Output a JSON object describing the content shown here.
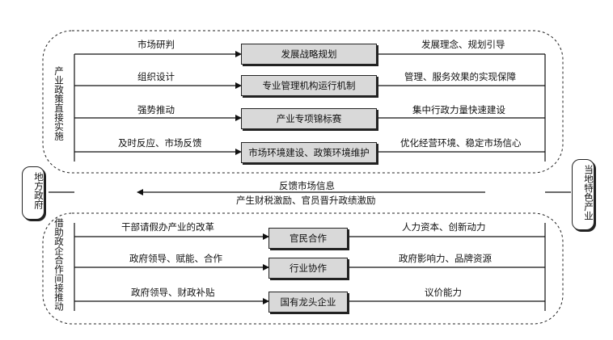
{
  "left_entity": "地方政府",
  "right_entity": "当地特色产业",
  "direct_section": {
    "label": "产业政策直接实施",
    "rows": [
      {
        "left": "市场研判",
        "box": "发展战略规划",
        "right": "发展理念、规划引导"
      },
      {
        "left": "组织设计",
        "box": "专业管理机构运行机制",
        "right": "管理、服务效果的实现保障"
      },
      {
        "left": "强势推动",
        "box": "产业专项锦标赛",
        "right": "集中行政力量快速建设"
      },
      {
        "left": "及时反应、市场反馈",
        "box": "市场环境建设、政策环境维护",
        "right": "优化经营环境、稳定市场信心"
      }
    ]
  },
  "feedback": {
    "line1": "反馈市场信息",
    "line2": "产生财税激励、官员晋升政绩激励"
  },
  "indirect_section": {
    "label": "借助政企合作间接推动",
    "rows": [
      {
        "left": "干部请假办产业的改革",
        "box": "官民合作",
        "right": "人力资本、创新动力"
      },
      {
        "left": "政府领导、赋能、合作",
        "box": "行业协作",
        "right": "政府影响力、品牌资源"
      },
      {
        "left": "政府领导、财政补贴",
        "box": "国有龙头企业",
        "right": "议价能力"
      }
    ]
  }
}
